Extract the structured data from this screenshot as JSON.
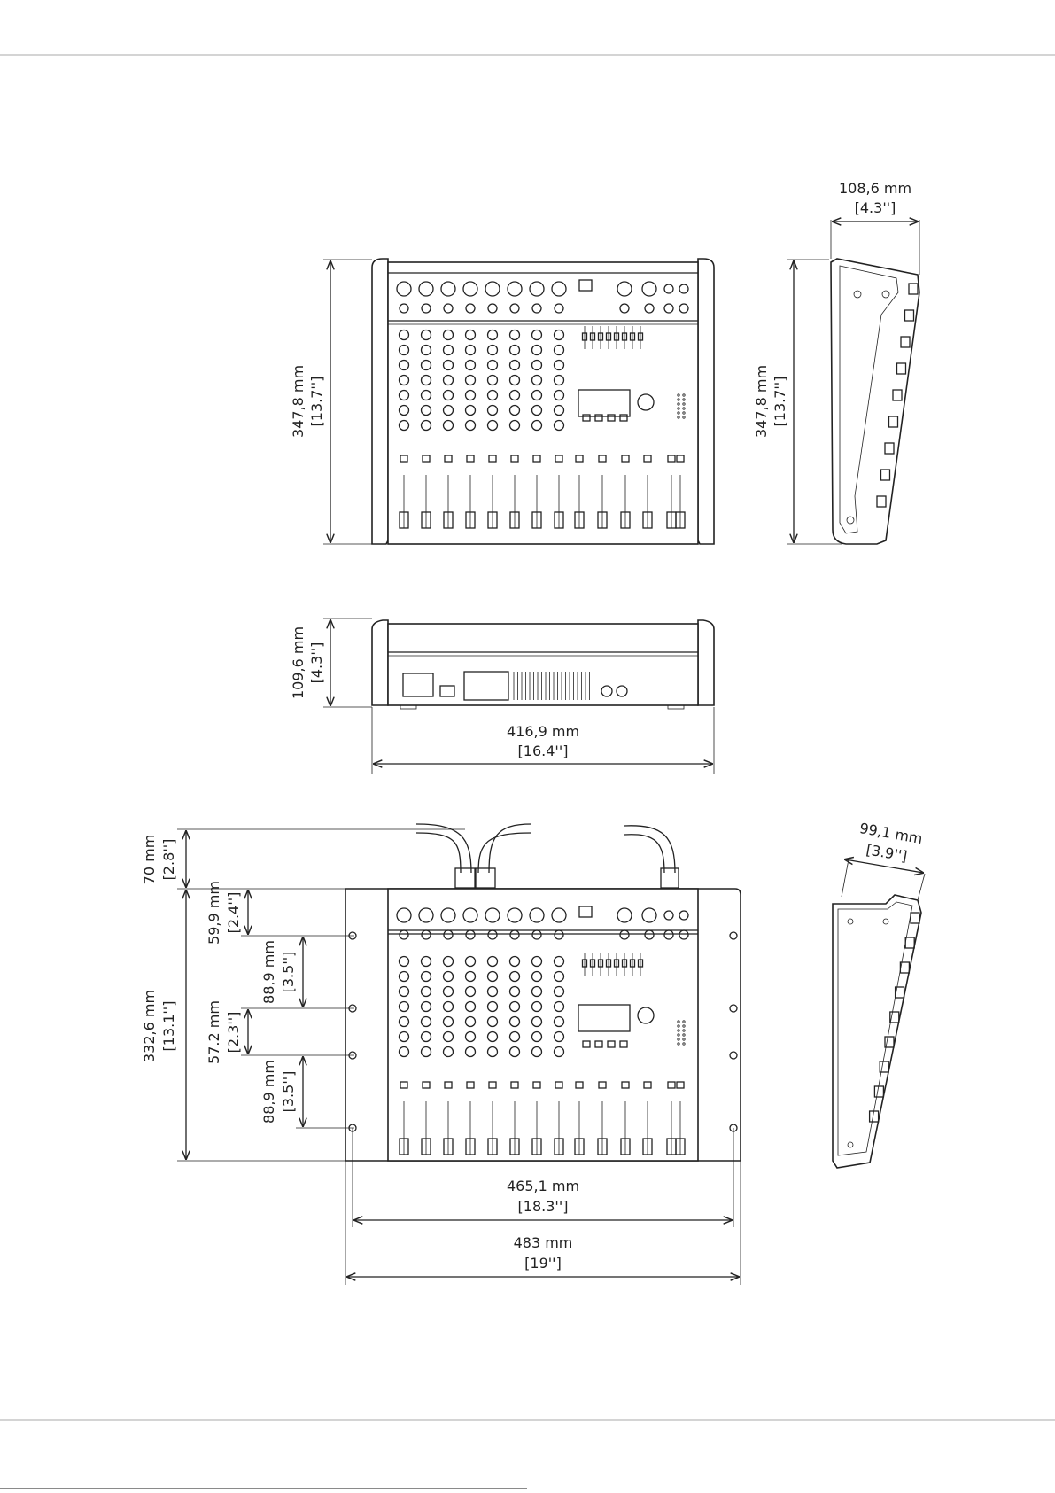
{
  "dimensions": {
    "side_depth": {
      "mm": "108,6  mm",
      "in": "[4.3'']"
    },
    "top_height": {
      "mm": "347,8  mm",
      "in": "[13.7'']"
    },
    "side_height": {
      "mm": "347,8  mm",
      "in": "[13.7'']"
    },
    "rear_height": {
      "mm": "109,6  mm",
      "in": "[4.3'']"
    },
    "rear_width": {
      "mm": "416,9  mm",
      "in": "[16.4'']"
    },
    "cable_clearance": {
      "mm": "70  mm",
      "in": "[2.8'']"
    },
    "rack_gap_1": {
      "mm": "59,9  mm",
      "in": "[2.4'']"
    },
    "rack_pitch_1": {
      "mm": "88,9  mm",
      "in": "[3.5'']"
    },
    "rack_gap_2": {
      "mm": "57.2  mm",
      "in": "[2.3'']"
    },
    "rack_pitch_2": {
      "mm": "88,9  mm",
      "in": "[3.5'']"
    },
    "rack_height": {
      "mm": "332,6  mm",
      "in": "[13.1'']"
    },
    "rack_hole_width": {
      "mm": "465,1  mm",
      "in": "[18.3'']"
    },
    "rack_width": {
      "mm": "483  mm",
      "in": "[19'']"
    },
    "rack_side_depth": {
      "mm": "99,1  mm",
      "in": "[3.9'']"
    }
  },
  "colors": {
    "line": "#222222",
    "rule": "#bbbbbb",
    "background": "#ffffff"
  }
}
